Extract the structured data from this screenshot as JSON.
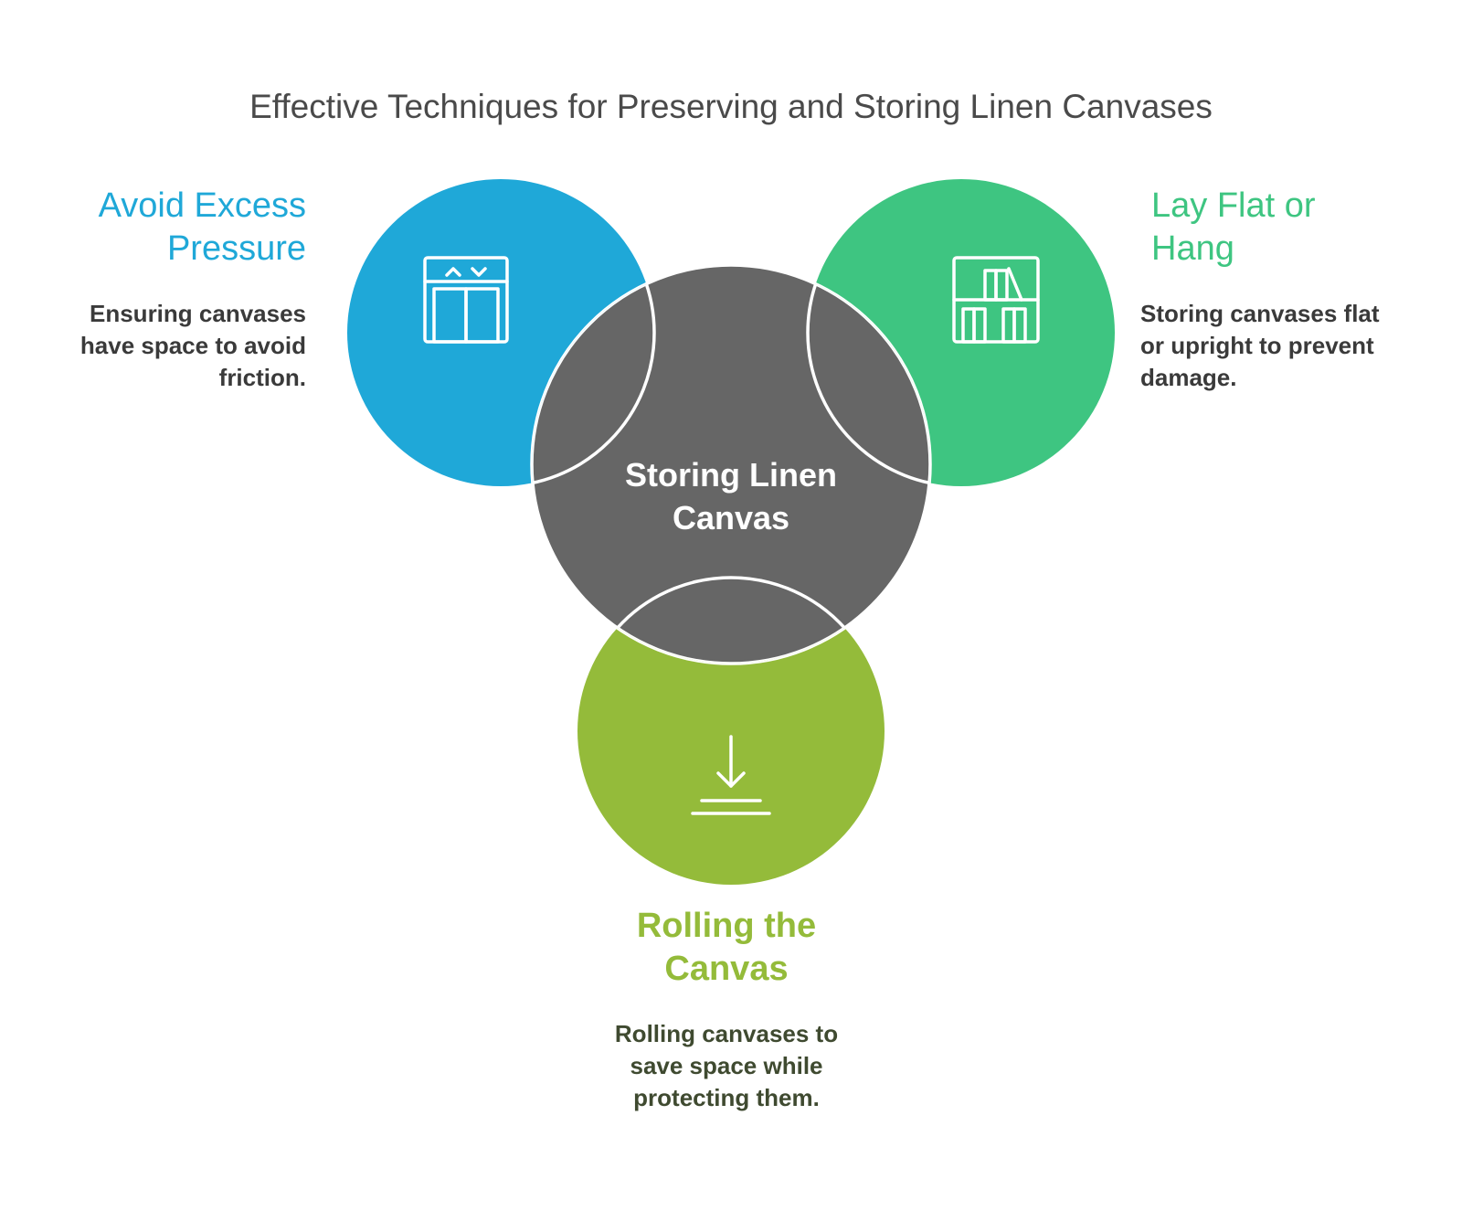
{
  "title": "Effective Techniques for Preserving and Storing Linen Canvases",
  "center": {
    "label": "Storing Linen\nCanvas",
    "color": "#666666"
  },
  "nodes": {
    "left": {
      "title": "Avoid Excess\nPressure",
      "description": "Ensuring canvases\nhave space to avoid\nfriction.",
      "color": "#1fa8d8",
      "icon": "elevator-icon"
    },
    "right": {
      "title": "Lay Flat or\nHang",
      "description": "Storing canvases flat\nor upright to prevent\ndamage.",
      "color": "#3ec581",
      "icon": "bookshelf-icon"
    },
    "bottom": {
      "title": "Rolling the\nCanvas",
      "description": "Rolling canvases to\nsave space while\nprotecting them.",
      "color": "#94bb3a",
      "icon": "download-to-surface-icon"
    }
  }
}
